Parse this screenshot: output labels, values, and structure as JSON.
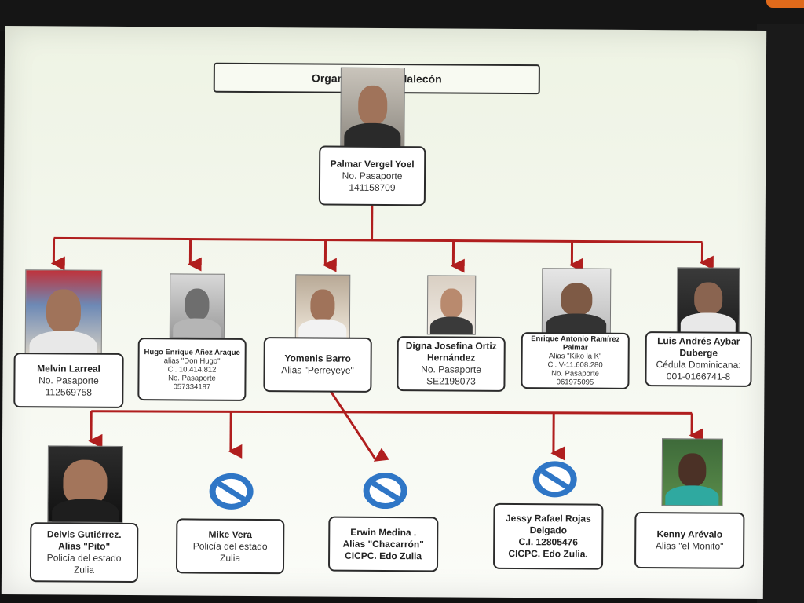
{
  "title": "Organización El Malecón",
  "leader": {
    "name": "Palmar Vergel Yoel",
    "lines": [
      "No. Pasaporte",
      "141158709"
    ]
  },
  "level2": [
    {
      "name": "Melvin Larreal",
      "lines": [
        "No. Pasaporte",
        "112569758"
      ]
    },
    {
      "name": "Hugo Enrique Añez Araque",
      "lines": [
        "alias  \"Don Hugo\"",
        "Cl. 10.414.812",
        "No. Pasaporte",
        "057334187"
      ]
    },
    {
      "name": "Yomenis Barro",
      "lines": [
        "Alias \"Perreyeye\""
      ]
    },
    {
      "name": "Digna Josefina Ortiz Hernández",
      "lines": [
        "No. Pasaporte",
        "SE2198073"
      ]
    },
    {
      "name": "Enrique Antonio Ramírez Palmar",
      "lines": [
        "Alias \"Kiko la K\"",
        "Cl. V-11.608.280",
        "No. Pasaporte",
        "061975095"
      ]
    },
    {
      "name": "Luis Andrés Aybar Duberge",
      "lines": [
        "Cédula Dominicana:",
        "001-0166741-8"
      ]
    }
  ],
  "level3": [
    {
      "name": "Deivis Gutiérrez.",
      "lines": [
        "Alias \"Pito\"",
        "Policía del estado",
        "Zulia"
      ]
    },
    {
      "name": "Mike Vera",
      "lines": [
        "Policía del estado",
        "Zulia"
      ]
    },
    {
      "name": "Erwin Medina .",
      "lines": [
        "Alias \"Chacarrón\"",
        "CICPC. Edo Zulia"
      ]
    },
    {
      "name": "Jessy Rafael Rojas Delgado",
      "lines": [
        "C.I. 12805476",
        "CICPC. Edo Zulia."
      ]
    },
    {
      "name": "Kenny Arévalo",
      "lines": [
        "Alias \"el Monito\""
      ]
    }
  ],
  "colors": {
    "connector": "#b01e1e",
    "no_photo_icon": "#2f76c6"
  }
}
